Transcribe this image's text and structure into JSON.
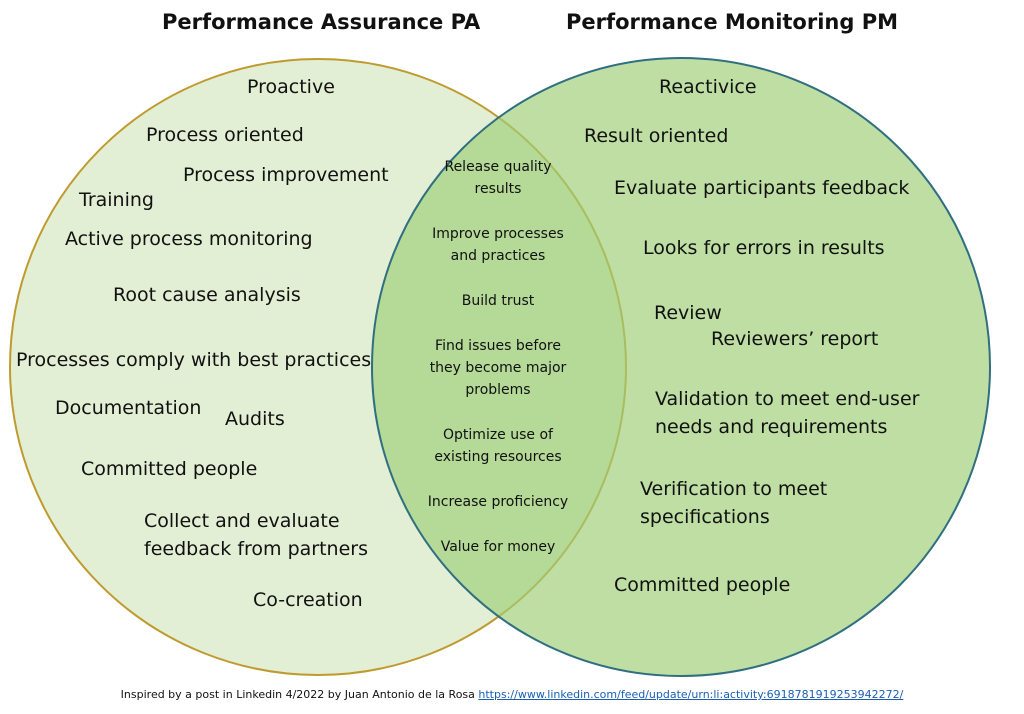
{
  "titles": {
    "left": "Performance Assurance PA",
    "right": "Performance Monitoring PM"
  },
  "left_items": [
    "Proactive",
    "Process oriented",
    "Process improvement",
    "Training",
    "Active process monitoring",
    "Root cause analysis",
    "Processes comply with best practices",
    "Documentation",
    "Audits",
    "Committed people",
    "Collect and evaluate",
    "feedback from partners",
    "Co-creation"
  ],
  "overlap_items": [
    "Release quality",
    "results",
    "Improve processes",
    "and practices",
    "Build trust",
    "Find issues before",
    "they become major",
    "problems",
    "Optimize use of",
    "existing resources",
    "Increase proficiency",
    "Value for money"
  ],
  "right_items": [
    "Reactivice",
    "Result oriented",
    "Evaluate participants feedback",
    "Looks for errors in results",
    "Review",
    "Reviewers’ report",
    "Validation to meet end-user",
    "needs and requirements",
    "Verification to meet",
    "specifications",
    "Committed people"
  ],
  "footer": {
    "text": "Inspired by a post in Linkedin 4/2022 by Juan Antonio de la Rosa",
    "link": "https://www.linkedin.com/feed/update/urn:li:activity:6918781919253942272/"
  },
  "colors": {
    "left_fill": "#e3efd5",
    "left_stroke": "#bf9a2e",
    "right_fill": "#9fce78",
    "right_stroke": "#2f6f80"
  }
}
